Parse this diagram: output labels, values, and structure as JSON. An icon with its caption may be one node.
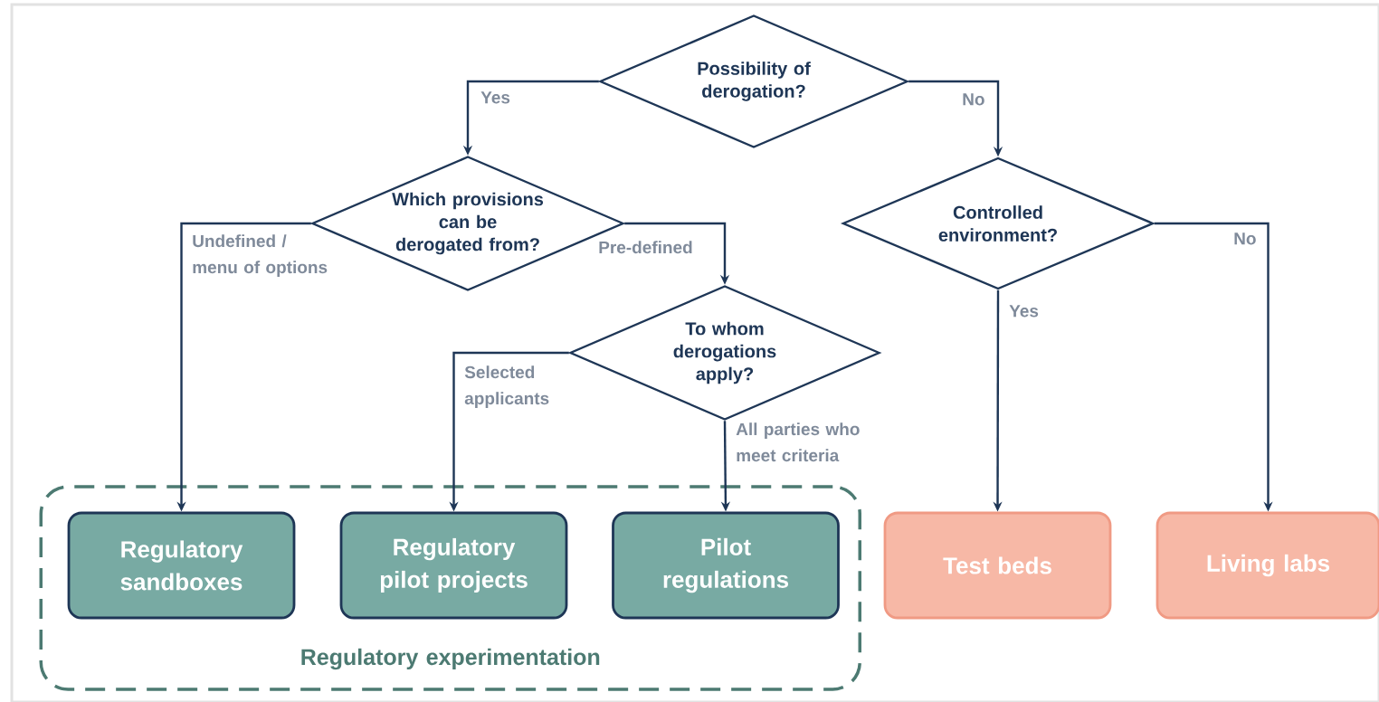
{
  "diagram": {
    "nodes": [
      {
        "text": [
          "Possibility of derogation?"
        ]
      },
      {
        "text": [
          "Which provisions can be derogated from?"
        ]
      },
      {
        "text": [
          "Controlled environment?"
        ]
      },
      {
        "text": [
          "To whom derogations apply?"
        ]
      },
      {
        "text": [
          "Regulatory experimentation"
        ]
      },
      {
        "text": [
          "Regulatory sandboxes"
        ],
        "in": 4
      },
      {
        "text": [
          "Regulatory pilot projects"
        ],
        "in": 4
      },
      {
        "text": [
          "Pilot regulations"
        ],
        "in": 4
      },
      {
        "text": [
          "Test beds"
        ]
      },
      {
        "text": [
          "Living labs"
        ]
      }
    ],
    "edges": [
      {
        "from": 0,
        "to": 1,
        "arrow": "to",
        "label": "Yes"
      },
      {
        "from": 0,
        "to": 2,
        "arrow": "to",
        "label": "No"
      },
      {
        "from": 1,
        "to": 5,
        "arrow": "to",
        "label": "Undefined / menu of options"
      },
      {
        "from": 1,
        "to": 3,
        "arrow": "to",
        "label": "Pre-defined"
      },
      {
        "from": 3,
        "to": 6,
        "arrow": "to",
        "label": "Selected applicants"
      },
      {
        "from": 3,
        "to": 7,
        "arrow": "to",
        "label": "All parties who meet criteria"
      },
      {
        "from": 2,
        "to": 8,
        "arrow": "to",
        "label": "Yes"
      },
      {
        "from": 2,
        "to": 9,
        "arrow": "to",
        "label": "No"
      }
    ]
  }
}
